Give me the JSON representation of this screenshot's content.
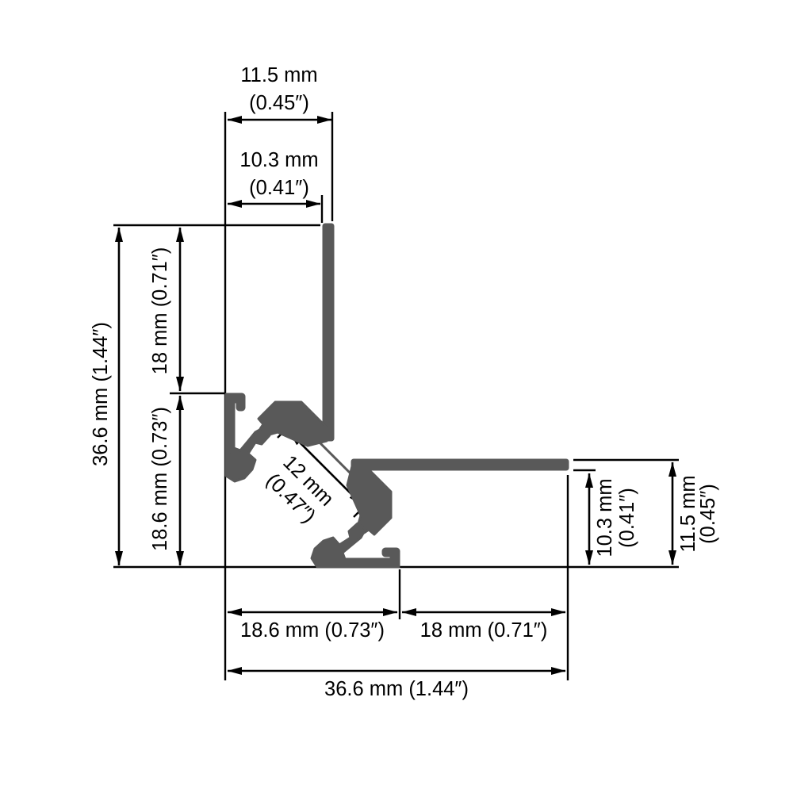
{
  "title": "Corner LED profile cross-section dimension drawing",
  "colors": {
    "profile_fill": "#595959",
    "line_color": "#000000",
    "background": "#ffffff"
  },
  "units": {
    "primary": "mm",
    "secondary": "inch"
  },
  "dimensions": {
    "top_outer": {
      "mm": "11.5 mm",
      "inch": "(0.45″)"
    },
    "top_inner": {
      "mm": "10.3 mm",
      "inch": "(0.41″)"
    },
    "left_total": {
      "label": "36.6 mm (1.44″)"
    },
    "left_upper": {
      "label": "18 mm (0.71″)"
    },
    "left_lower": {
      "label": "18.6 mm (0.73″)"
    },
    "slot": {
      "mm": "12 mm",
      "inch": "(0.47″)"
    },
    "right_inner": {
      "mm": "10.3 mm",
      "inch": "(0.41″)"
    },
    "right_outer": {
      "mm": "11.5 mm",
      "inch": "(0.45″)"
    },
    "bottom_left": {
      "label": "18.6 mm (0.73″)"
    },
    "bottom_right": {
      "label": "18 mm (0.71″)"
    },
    "bottom_total": {
      "label": "36.6 mm (1.44″)"
    }
  }
}
